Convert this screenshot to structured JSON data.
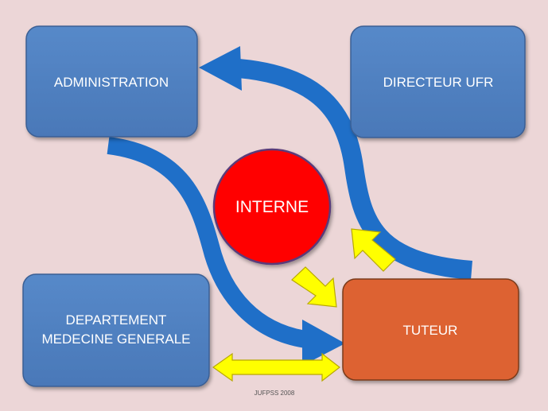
{
  "nodes": {
    "administration": {
      "label": "ADMINISTRATION"
    },
    "directeur_ufr": {
      "label": "DIRECTEUR UFR"
    },
    "interne": {
      "label": "INTERNE"
    },
    "departement": {
      "line1": "DEPARTEMENT",
      "line2": "MEDECINE GENERALE"
    },
    "tuteur": {
      "label": "TUTEUR"
    }
  },
  "footer": {
    "text": "JUFPSS 2008"
  },
  "colors": {
    "background": "#ecd6d7",
    "box_blue": "#4f80c0",
    "box_border": "#3a5f94",
    "tuteur_orange": "#dd6230",
    "interne_red": "#ff0000",
    "arrow_blue": "#1f6fc8",
    "arrow_yellow": "#ffff00"
  }
}
